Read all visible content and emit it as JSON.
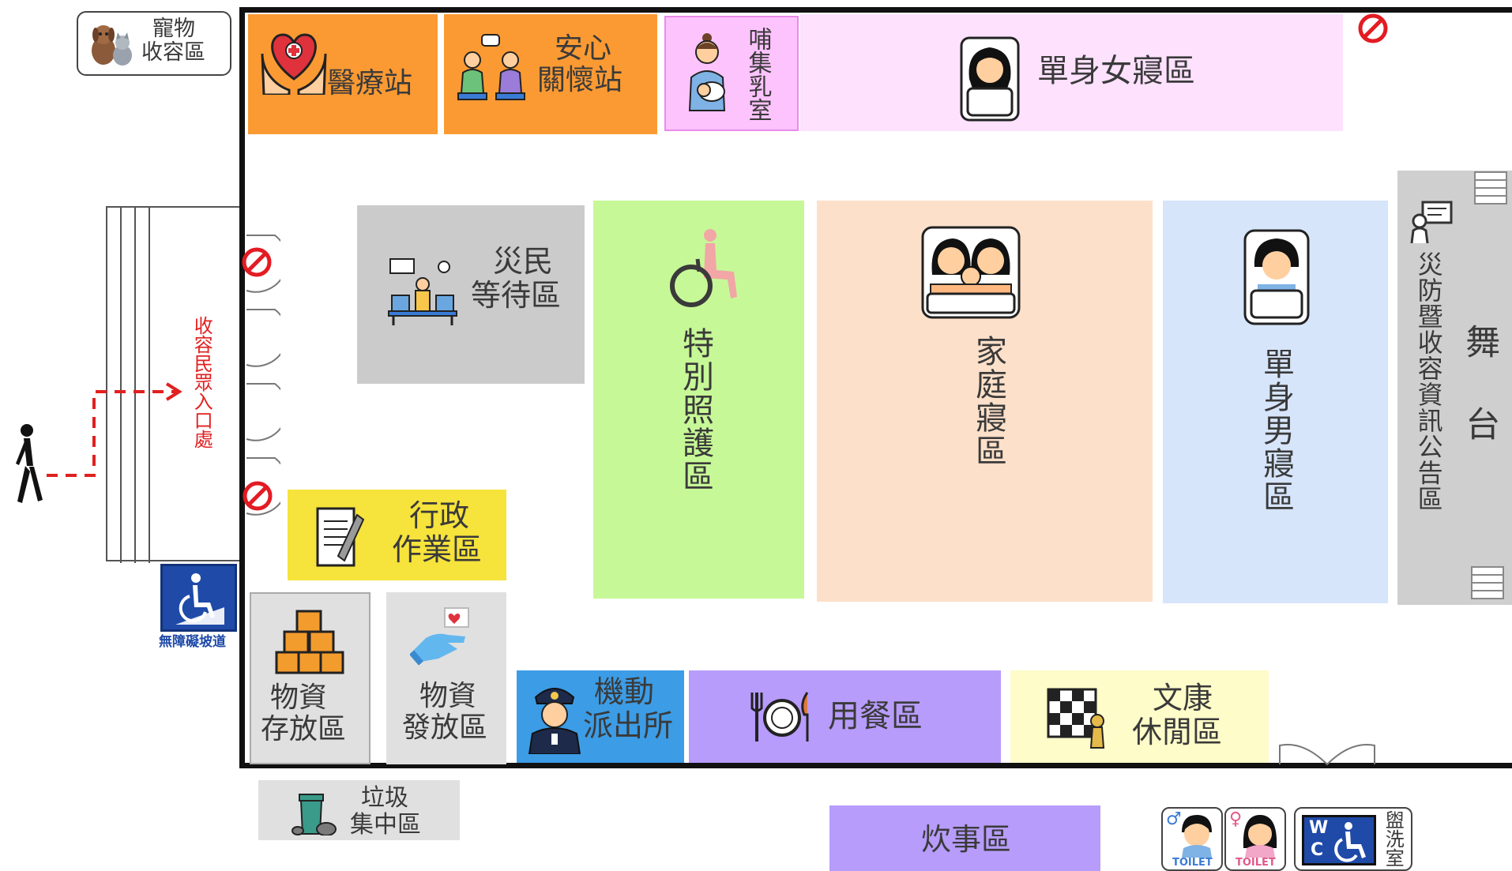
{
  "zones": {
    "medical": "醫療站",
    "care": [
      "安心",
      "關懷站"
    ],
    "nursing": "哺集乳室",
    "single_female": "單身女寢區",
    "waiting": [
      "災民",
      "等待區"
    ],
    "special_care": "特別照護區",
    "family": "家庭寢區",
    "single_male": "單身男寢區",
    "notice": "災防暨收容資訊公告區",
    "stage": "舞台",
    "admin": [
      "行政",
      "作業區"
    ],
    "storage": [
      "物資",
      "存放區"
    ],
    "distribution": [
      "物資",
      "發放區"
    ],
    "police": [
      "機動",
      "派出所"
    ],
    "dining": "用餐區",
    "recreation": [
      "文康",
      "休閒區"
    ]
  },
  "outside": {
    "pet": [
      "寵物",
      "收容區"
    ],
    "entrance": "收容民眾入口處",
    "ramp": "無障礙坡道",
    "garbage": [
      "垃圾",
      "集中區"
    ],
    "kitchen": "炊事區",
    "toilet_text": "TOILET",
    "toilet_male_symbol": "♂",
    "toilet_female_symbol": "♀",
    "wc": [
      "W",
      "C"
    ],
    "shower": "盥洗室"
  },
  "colors": {
    "orange": "#fb9a33",
    "pink": "#fdc3fd",
    "light_pink": "#fde1fd",
    "gray": "#cbcbcb",
    "green": "#c7f897",
    "peach": "#fde0c9",
    "light_blue": "#d6e5fa",
    "stage_gray": "#cfcfcf",
    "yellow": "#f6e33b",
    "light_gray": "#e0e0e0",
    "blue": "#3c9ce6",
    "purple": "#b79cfb",
    "light_yellow": "#fefcc9",
    "no_entry_red": "#e31b23",
    "entrance_red": "#e12020",
    "ramp_blue": "#1f4aa8"
  },
  "icons": [
    "medical-hands-icon",
    "consulting-people-icon",
    "breastfeeding-mother-icon",
    "sleeping-woman-icon",
    "waiting-room-icon",
    "wheelchair-person-icon",
    "family-bed-icon",
    "sleeping-man-icon",
    "notice-board-icon",
    "notepad-icon",
    "boxes-icon",
    "giving-hand-icon",
    "police-officer-icon",
    "plate-cutlery-icon",
    "chess-icon",
    "trash-can-icon",
    "no-entry-icon",
    "walking-person-icon",
    "wheelchair-sign-icon"
  ]
}
